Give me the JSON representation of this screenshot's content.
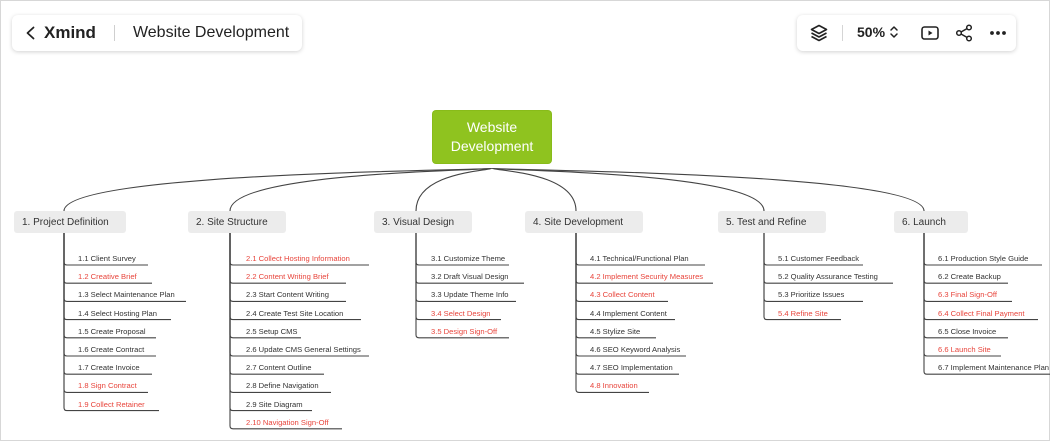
{
  "app": {
    "brand": "Xmind",
    "document_title": "Website Development"
  },
  "toolbar": {
    "zoom_level": "50%",
    "icons": [
      "back-icon",
      "layers-icon",
      "zoom-stepper-icon",
      "play-icon",
      "share-icon",
      "more-icon"
    ]
  },
  "colors": {
    "central_topic": "#8fc31f",
    "main_topic_bg": "#ececec",
    "highlight_text": "#e8453c",
    "line": "#444444"
  },
  "map": {
    "central_topic": "Website Development",
    "branches": [
      {
        "label": "1. Project Definition",
        "items": [
          {
            "label": "1.1 Client Survey",
            "highlight": false
          },
          {
            "label": "1.2 Creative Brief",
            "highlight": true
          },
          {
            "label": "1.3 Select Maintenance Plan",
            "highlight": false
          },
          {
            "label": "1.4 Select Hosting Plan",
            "highlight": false
          },
          {
            "label": "1.5 Create Proposal",
            "highlight": false
          },
          {
            "label": "1.6 Create Contract",
            "highlight": false
          },
          {
            "label": "1.7 Create Invoice",
            "highlight": false
          },
          {
            "label": "1.8 Sign Contract",
            "highlight": true
          },
          {
            "label": "1.9 Collect Retainer",
            "highlight": true
          }
        ]
      },
      {
        "label": "2. Site Structure",
        "items": [
          {
            "label": "2.1 Collect Hosting Information",
            "highlight": true
          },
          {
            "label": "2.2 Content Writing Brief",
            "highlight": true
          },
          {
            "label": "2.3 Start Content Writing",
            "highlight": false
          },
          {
            "label": "2.4 Create Test Site Location",
            "highlight": false
          },
          {
            "label": "2.5 Setup CMS",
            "highlight": false
          },
          {
            "label": "2.6 Update CMS General Settings",
            "highlight": false
          },
          {
            "label": "2.7 Content Outline",
            "highlight": false
          },
          {
            "label": "2.8 Define Navigation",
            "highlight": false
          },
          {
            "label": "2.9 Site Diagram",
            "highlight": false
          },
          {
            "label": "2.10 Navigation Sign-Off",
            "highlight": true
          }
        ]
      },
      {
        "label": "3. Visual Design",
        "items": [
          {
            "label": "3.1 Customize Theme",
            "highlight": false
          },
          {
            "label": "3.2 Draft Visual Design",
            "highlight": false
          },
          {
            "label": "3.3 Update Theme Info",
            "highlight": false
          },
          {
            "label": "3.4 Select Design",
            "highlight": true
          },
          {
            "label": "3.5 Design Sign-Off",
            "highlight": true
          }
        ]
      },
      {
        "label": "4. Site Development",
        "items": [
          {
            "label": "4.1 Technical/Functional Plan",
            "highlight": false
          },
          {
            "label": "4.2 Implement Security Measures",
            "highlight": true
          },
          {
            "label": "4.3 Collect Content",
            "highlight": true
          },
          {
            "label": "4.4 Implement Content",
            "highlight": false
          },
          {
            "label": "4.5 Stylize Site",
            "highlight": false
          },
          {
            "label": "4.6 SEO Keyword Analysis",
            "highlight": false
          },
          {
            "label": "4.7 SEO Implementation",
            "highlight": false
          },
          {
            "label": "4.8 Innovation",
            "highlight": true
          }
        ]
      },
      {
        "label": "5. Test and Refine",
        "items": [
          {
            "label": "5.1 Customer Feedback",
            "highlight": false
          },
          {
            "label": "5.2 Quality Assurance Testing",
            "highlight": false
          },
          {
            "label": "5.3 Prioritize Issues",
            "highlight": false
          },
          {
            "label": "5.4 Refine Site",
            "highlight": true
          }
        ]
      },
      {
        "label": "6. Launch",
        "items": [
          {
            "label": "6.1 Production Style Guide",
            "highlight": false
          },
          {
            "label": "6.2 Create Backup",
            "highlight": false
          },
          {
            "label": "6.3 Final Sign-Off",
            "highlight": true
          },
          {
            "label": "6.4 Collect Final Payment",
            "highlight": true
          },
          {
            "label": "6.5 Close Invoice",
            "highlight": false
          },
          {
            "label": "6.6 Launch Site",
            "highlight": true
          },
          {
            "label": "6.7 Implement Maintenance Plan",
            "highlight": false
          }
        ]
      }
    ]
  }
}
